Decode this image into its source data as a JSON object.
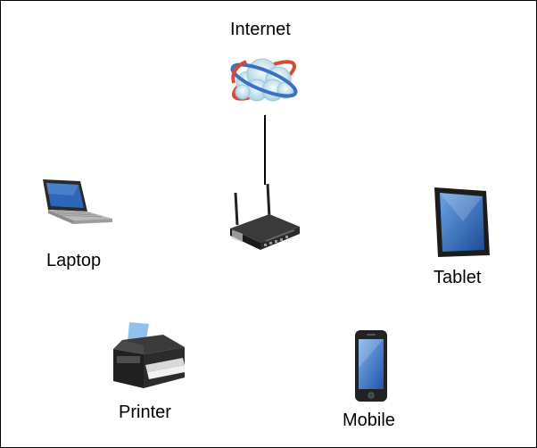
{
  "nodes": {
    "internet": {
      "label": "Internet",
      "icon": "internet-cloud-icon"
    },
    "router": {
      "icon": "wireless-router-icon"
    },
    "laptop": {
      "label": "Laptop",
      "icon": "laptop-icon"
    },
    "tablet": {
      "label": "Tablet",
      "icon": "tablet-icon"
    },
    "printer": {
      "label": "Printer",
      "icon": "printer-icon"
    },
    "mobile": {
      "label": "Mobile",
      "icon": "mobile-phone-icon"
    }
  },
  "connections": [
    {
      "from": "internet",
      "to": "router"
    }
  ],
  "colors": {
    "text": "#000000",
    "line": "#000000",
    "cloud": "#cfe6f2",
    "orbit_red": "#d64a3a",
    "orbit_blue": "#3a6fc4",
    "screen": "#2e67b8",
    "device_dark": "#1e1e1e"
  }
}
